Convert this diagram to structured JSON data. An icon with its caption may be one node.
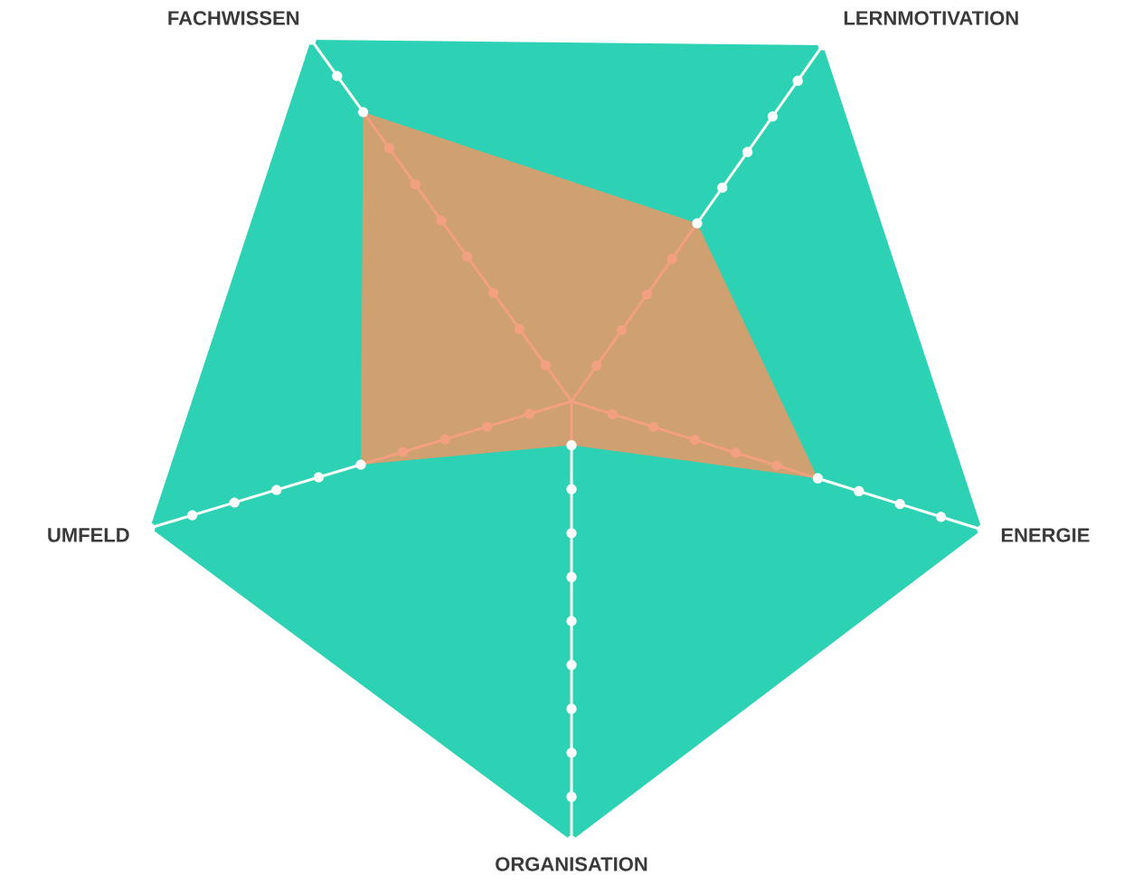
{
  "diagram": {
    "labels": [
      "FACHWISSEN",
      "LERNMOTIVATION",
      "ENERGIE",
      "ORGANISATION",
      "UMFELD"
    ]
  }
}
